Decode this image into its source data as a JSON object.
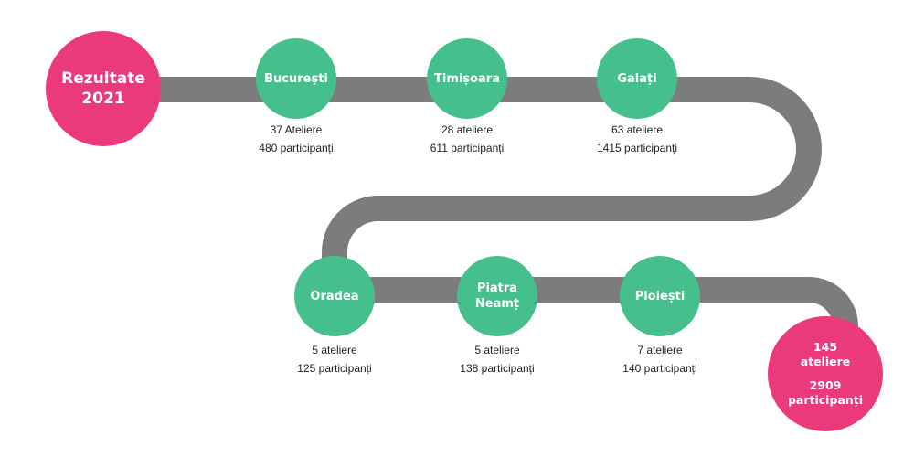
{
  "start": {
    "line1": "Rezultate",
    "line2": "2021"
  },
  "stops": [
    {
      "city": "București",
      "workshops": "37 Ateliere",
      "participants": "480 participanți"
    },
    {
      "city": "Timișoara",
      "workshops": "28 ateliere",
      "participants": "611 participanți"
    },
    {
      "city": "Galați",
      "workshops": "63 ateliere",
      "participants": "1415 participanți"
    },
    {
      "city": "Oradea",
      "workshops": "5 ateliere",
      "participants": "125 participanți"
    },
    {
      "city_line1": "Piatra",
      "city_line2": "Neamț",
      "workshops": "5 ateliere",
      "participants": "138 participanți"
    },
    {
      "city": "Ploiești",
      "workshops": "7 ateliere",
      "participants": "140 participanți"
    }
  ],
  "total": {
    "num1": "145",
    "label1": "ateliere",
    "num2": "2909",
    "label2": "participanți"
  },
  "colors": {
    "road": "#7c7c7c",
    "accent_pink": "#ea3a7c",
    "stop_green": "#45bf8c"
  }
}
